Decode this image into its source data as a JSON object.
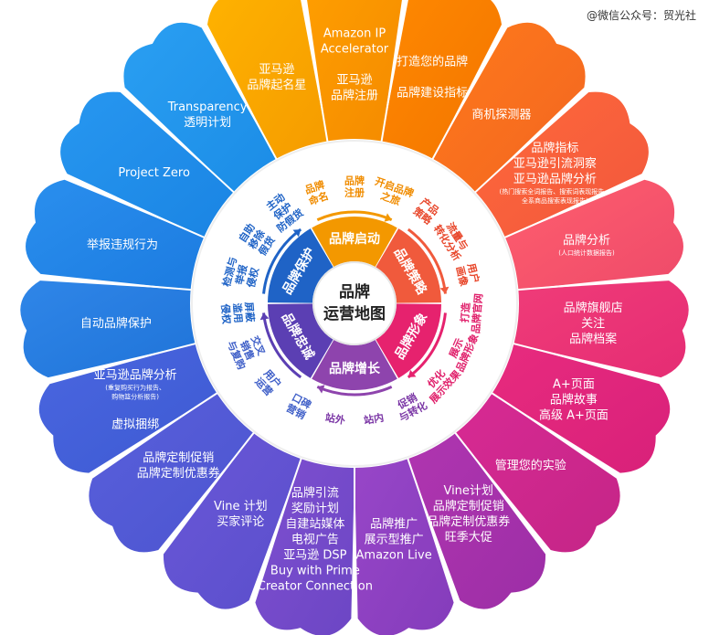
{
  "watermark": "@微信公众号：贸光社",
  "center": {
    "line1": "品牌",
    "line2": "运营地图"
  },
  "stages": [
    {
      "label": "品牌启动",
      "color": "#f39800"
    },
    {
      "label": "品牌策略",
      "color": "#f05a3c"
    },
    {
      "label": "品牌形象",
      "color": "#e6226e"
    },
    {
      "label": "品牌增长",
      "color": "#8e44ad"
    },
    {
      "label": "品牌忠诚",
      "color": "#5b3fb3"
    },
    {
      "label": "品牌保护",
      "color": "#1f63c6"
    }
  ],
  "middle_ring": [
    {
      "lines": [
        "品牌",
        "命名"
      ],
      "color": "#f08c00"
    },
    {
      "lines": [
        "品牌",
        "注册"
      ],
      "color": "#f08c00"
    },
    {
      "lines": [
        "开启品牌",
        "之旅"
      ],
      "color": "#f08c00"
    },
    {
      "lines": [
        "产品",
        "策略"
      ],
      "color": "#e8462a"
    },
    {
      "lines": [
        "流量与",
        "转化分析"
      ],
      "color": "#e8462a"
    },
    {
      "lines": [
        "用户",
        "画像"
      ],
      "color": "#e8462a"
    },
    {
      "lines": [
        "打造",
        "品牌官网"
      ],
      "color": "#e0206b"
    },
    {
      "lines": [
        "展示",
        "品牌形象"
      ],
      "color": "#e0206b"
    },
    {
      "lines": [
        "优化",
        "展示效果"
      ],
      "color": "#e0206b"
    },
    {
      "lines": [
        "促销",
        "与转化"
      ],
      "color": "#7a35a5"
    },
    {
      "lines": [
        "站内"
      ],
      "color": "#7a35a5"
    },
    {
      "lines": [
        "站外"
      ],
      "color": "#7a35a5"
    },
    {
      "lines": [
        "口碑",
        "营销"
      ],
      "color": "#3f5fc8"
    },
    {
      "lines": [
        "用户",
        "运营"
      ],
      "color": "#3f5fc8"
    },
    {
      "lines": [
        "交叉",
        "销售",
        "与复购"
      ],
      "color": "#3f5fc8"
    },
    {
      "lines": [
        "屏蔽",
        "滥用",
        "侵权"
      ],
      "color": "#1f63c6"
    },
    {
      "lines": [
        "检测与",
        "举报",
        "侵权"
      ],
      "color": "#1f63c6"
    },
    {
      "lines": [
        "自助",
        "移除",
        "假货"
      ],
      "color": "#1f63c6"
    },
    {
      "lines": [
        "主动",
        "保护",
        "防假货"
      ],
      "color": "#1f63c6"
    }
  ],
  "petals": [
    {
      "lines": [
        "亚马逊",
        "品牌起名星"
      ],
      "small": [],
      "color_a": "#ffb300",
      "color_b": "#f59b00"
    },
    {
      "lines": [
        "Amazon IP",
        "Accelerator",
        "",
        "亚马逊",
        "品牌注册"
      ],
      "small": [],
      "color_a": "#ff9f00",
      "color_b": "#f48a00"
    },
    {
      "lines": [
        "打造您的品牌",
        "",
        "品牌建设指标"
      ],
      "small": [],
      "color_a": "#ff8a00",
      "color_b": "#f37400"
    },
    {
      "lines": [
        "商机探测器"
      ],
      "small": [],
      "color_a": "#ff7a1a",
      "color_b": "#f26522"
    },
    {
      "lines": [
        "品牌指标",
        "亚马逊引流洞察",
        "亚马逊品牌分析"
      ],
      "small": [
        "(热门搜索全词报告、搜索词表现报告、",
        "全系商品搜索表现报告)"
      ],
      "color_a": "#ff6a3a",
      "color_b": "#f1563d"
    },
    {
      "lines": [
        "品牌分析"
      ],
      "small": [
        "(人口统计数据报告)"
      ],
      "color_a": "#ff5f6e",
      "color_b": "#ee4a6a"
    },
    {
      "lines": [
        "品牌旗舰店",
        "关注",
        "品牌档案"
      ],
      "small": [],
      "color_a": "#f03c78",
      "color_b": "#e52c74"
    },
    {
      "lines": [
        "A+页面",
        "品牌故事",
        "高级 A+页面"
      ],
      "small": [],
      "color_a": "#e82b7e",
      "color_b": "#d8207a"
    },
    {
      "lines": [
        "管理您的实验"
      ],
      "small": [],
      "color_a": "#d82a93",
      "color_b": "#c42587"
    },
    {
      "lines": [
        "Vine计划",
        "品牌定制促销",
        "品牌定制优惠券",
        "旺季大促"
      ],
      "small": [],
      "color_a": "#b035b0",
      "color_b": "#9c2ea6"
    },
    {
      "lines": [
        "品牌推广",
        "展示型推广",
        "Amazon Live"
      ],
      "small": [],
      "color_a": "#9846c8",
      "color_b": "#843cbb"
    },
    {
      "lines": [
        "品牌引流",
        "奖励计划",
        "自建站媒体",
        "电视广告",
        "亚马逊 DSP",
        "Buy with Prime",
        "Creator Connection"
      ],
      "small": [],
      "color_a": "#7e4fd0",
      "color_b": "#6c46c4"
    },
    {
      "lines": [
        "Vine 计划",
        "买家评论"
      ],
      "small": [],
      "color_a": "#6a58d8",
      "color_b": "#5a4ecb"
    },
    {
      "lines": [
        "品牌定制促销",
        "品牌定制优惠券"
      ],
      "small": [],
      "color_a": "#5a5fdc",
      "color_b": "#4b55cf"
    },
    {
      "lines": [
        "亚马逊品牌分析",
        "",
        "虚拟捆绑"
      ],
      "small": [
        "(重复购买行为报告、",
        "购物篮分析报告)"
      ],
      "color_a": "#4a66e0",
      "color_b": "#3d5ad2"
    },
    {
      "lines": [
        "自动品牌保护"
      ],
      "small": [],
      "color_a": "#2f86e8",
      "color_b": "#1f73d8"
    },
    {
      "lines": [
        "举报违规行为"
      ],
      "small": [],
      "color_a": "#2a8fee",
      "color_b": "#1c7be0"
    },
    {
      "lines": [
        "Project Zero"
      ],
      "small": [],
      "color_a": "#2797f0",
      "color_b": "#1a84e3"
    },
    {
      "lines": [
        "Transparency",
        "透明计划"
      ],
      "small": [],
      "color_a": "#2a9ff2",
      "color_b": "#1b8ce6"
    }
  ]
}
